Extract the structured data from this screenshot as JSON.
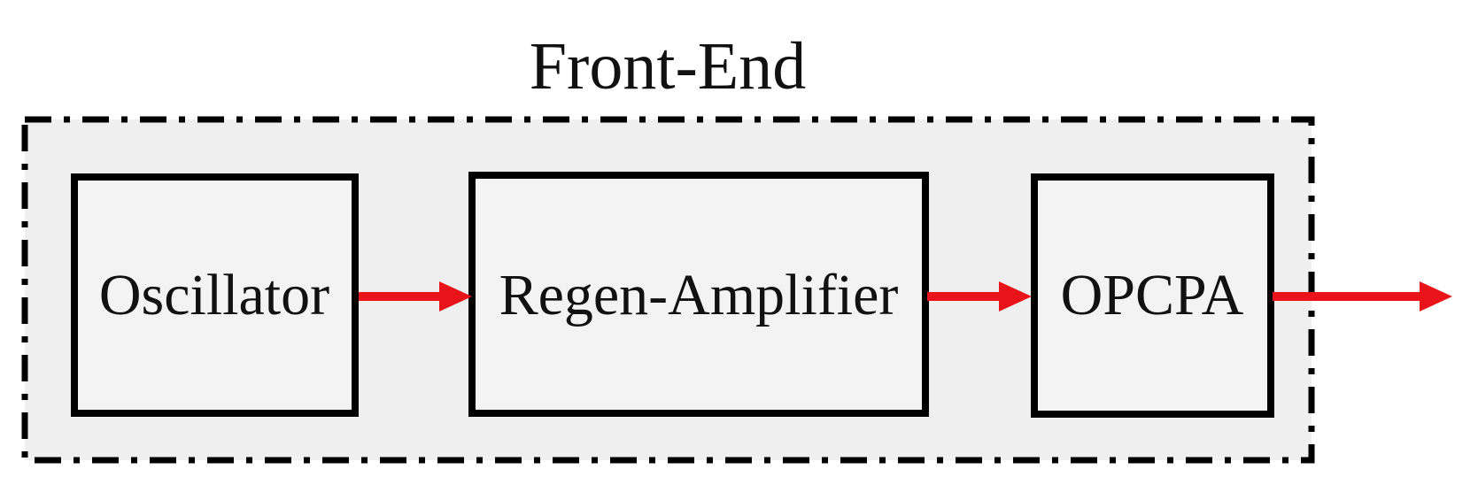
{
  "figure": {
    "title": "Front-End",
    "blocks": [
      {
        "id": "oscillator",
        "label": "Oscillator"
      },
      {
        "id": "regen-amplifier",
        "label": "Regen-Amplifier"
      },
      {
        "id": "opcpa",
        "label": "OPCPA"
      }
    ],
    "flow": [
      {
        "from": "Oscillator",
        "to": "Regen-Amplifier"
      },
      {
        "from": "Regen-Amplifier",
        "to": "OPCPA"
      },
      {
        "from": "OPCPA",
        "to": "output-beam"
      }
    ],
    "colors": {
      "beam_arrow": "#e81419",
      "outline": "#000000",
      "panel_fill": "#efefef",
      "block_fill": "#f3f3f3",
      "label_text": "#111111",
      "background": "#ffffff"
    }
  }
}
